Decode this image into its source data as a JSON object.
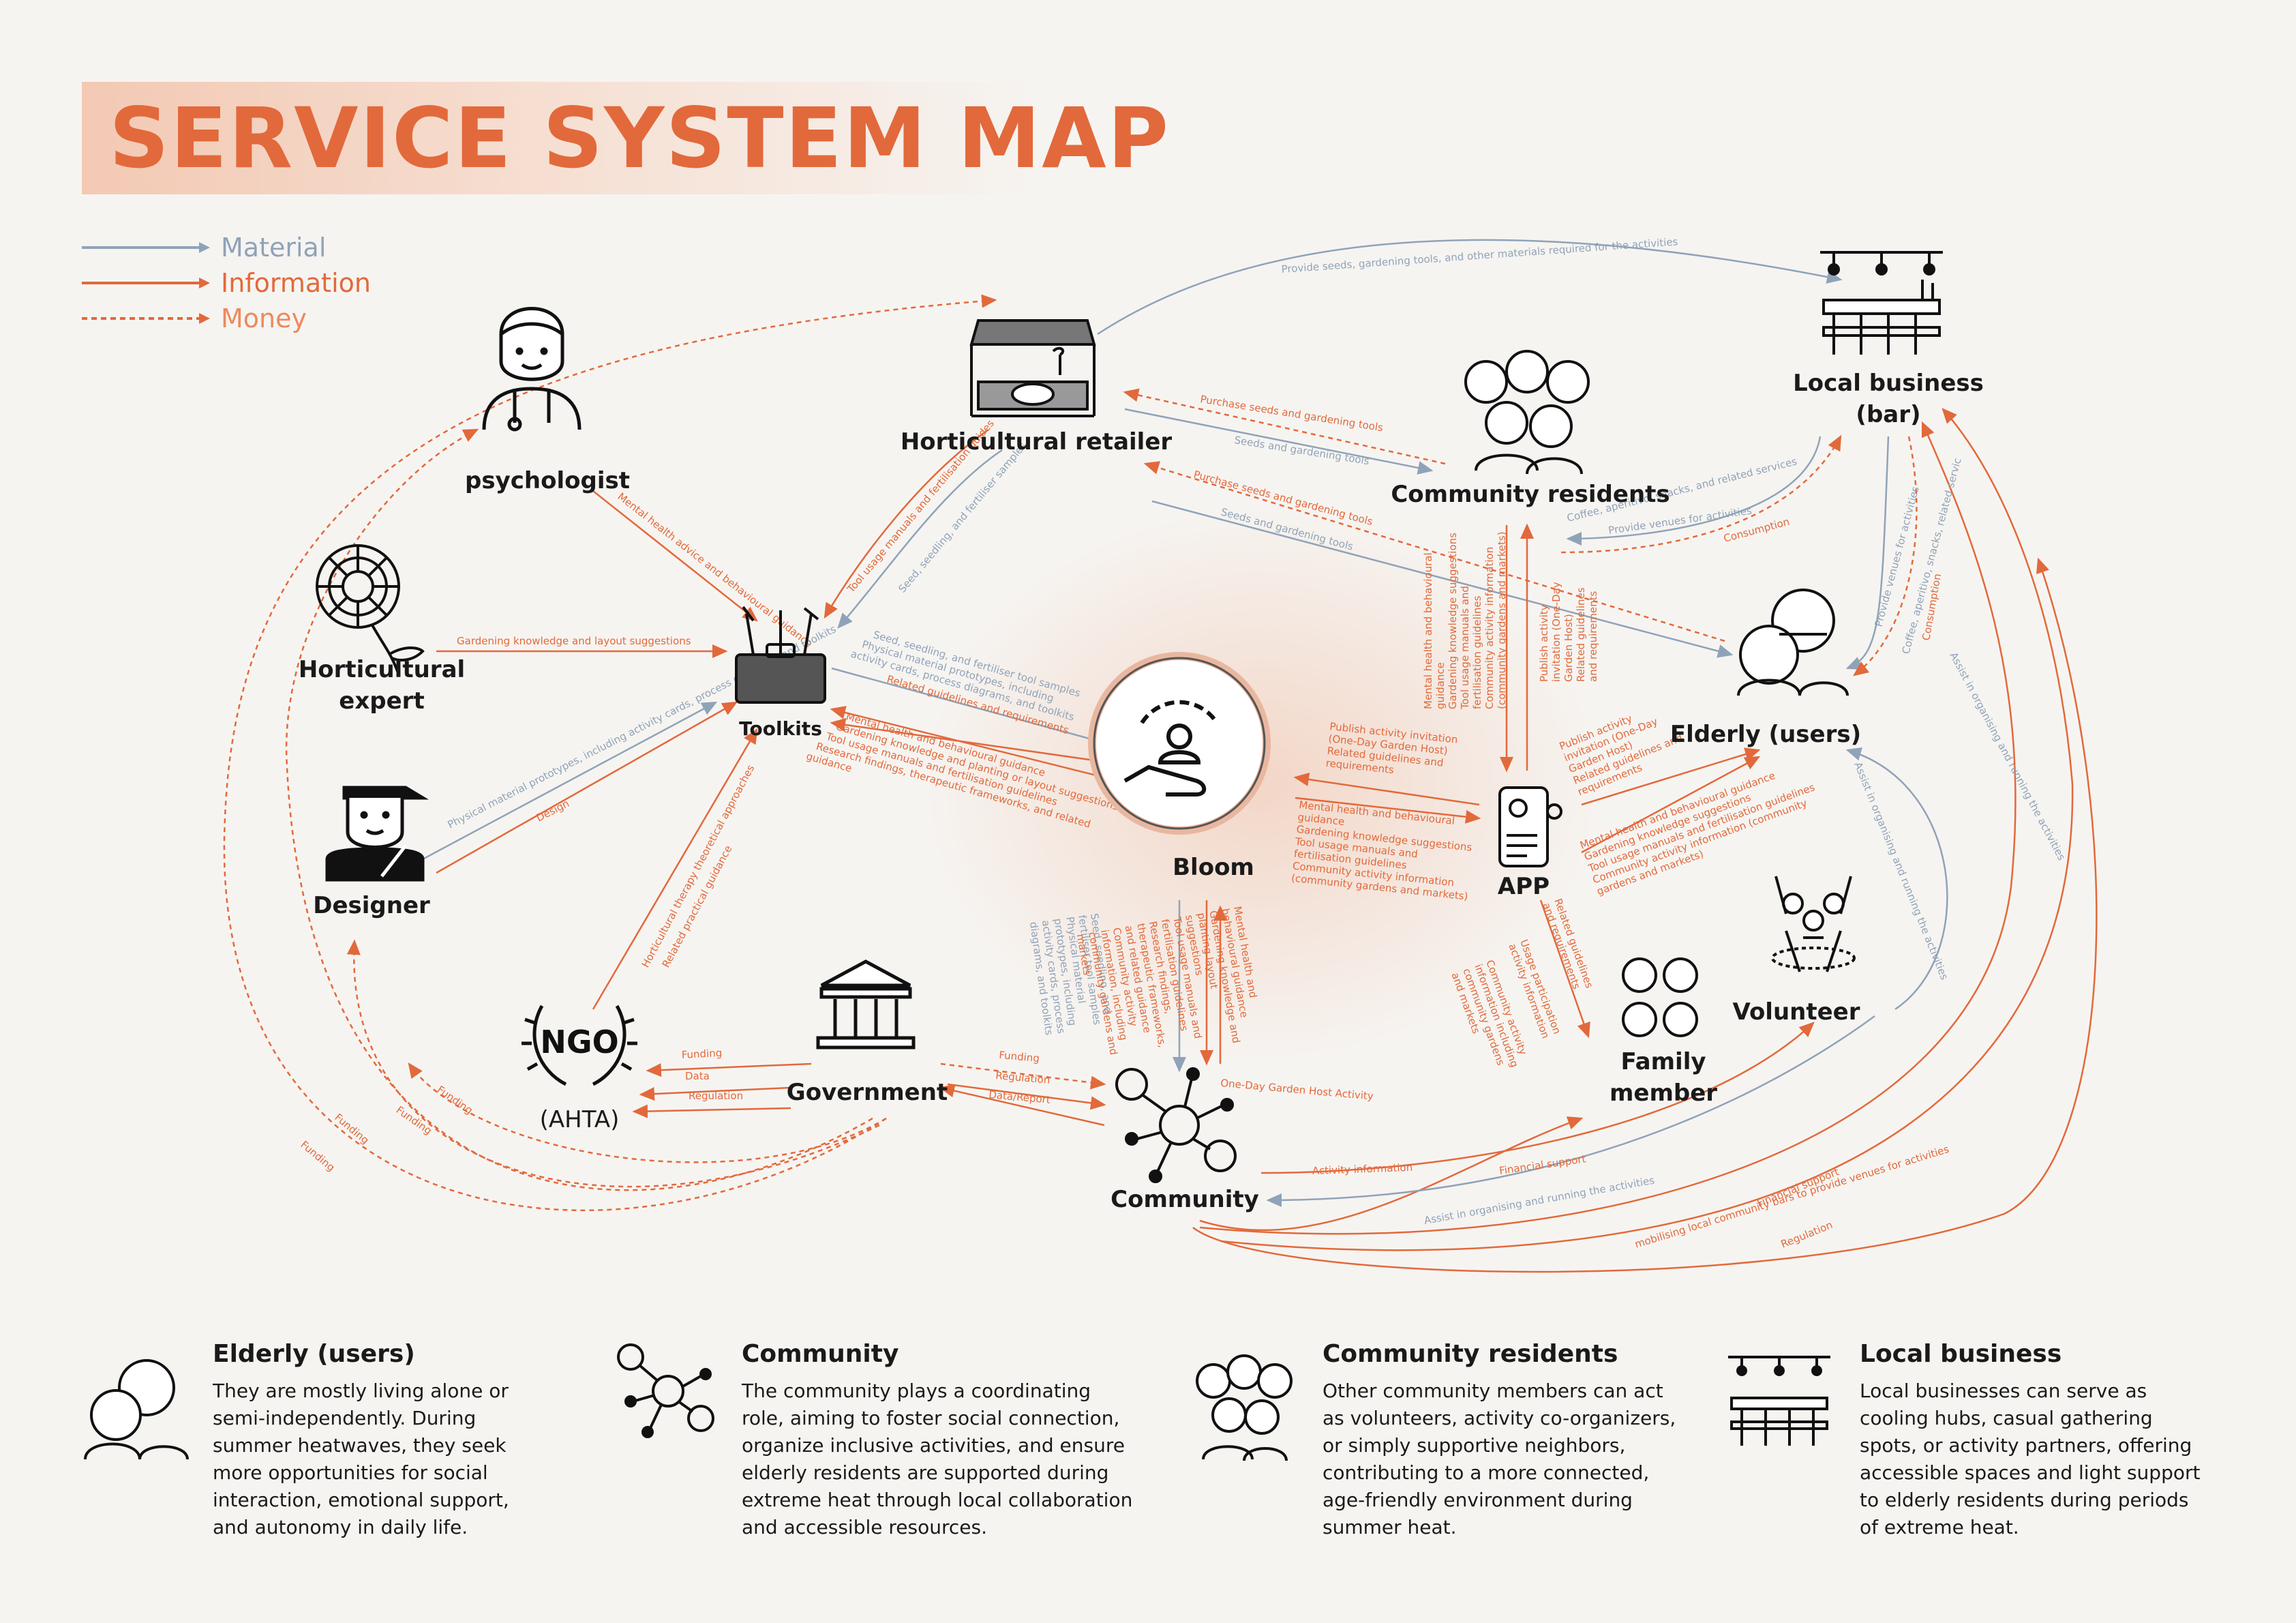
{
  "title": "SERVICE SYSTEM MAP",
  "legend": [
    {
      "label": "Material",
      "color": "#8fa3b8",
      "style": "solid"
    },
    {
      "label": "Information",
      "color": "#e2693b",
      "style": "solid"
    },
    {
      "label": "Money",
      "color": "#e2693b",
      "style": "dashed"
    }
  ],
  "colors": {
    "material": "#8fa3b8",
    "information": "#e2693b",
    "money": "#e2693b",
    "ink": "#1a1a1a"
  },
  "nodes": {
    "psychologist": "psychologist",
    "horticultural_expert": "Horticultural\nexpert",
    "designer": "Designer",
    "toolkits": "Toolkits",
    "horticultural_retailer": "Horticultural retailer",
    "community_residents": "Community residents",
    "local_business": "Local business\n(bar)",
    "elderly": "Elderly (users)",
    "bloom": "Bloom",
    "app": "APP",
    "family_member": "Family\nmember",
    "volunteer": "Volunteer",
    "ngo": "(AHTA)",
    "ngo_badge": "NGO",
    "government": "Government",
    "community": "Community"
  },
  "flows": {
    "retailer_to_bar": "Provide seeds, gardening tools, and other materials required for the activities",
    "res_to_retailer_money1": "Purchase seeds and gardening tools",
    "retailer_to_res_mat1": "Seeds and gardening tools",
    "res_to_retailer_money2": "Purchase seeds and gardening tools",
    "retailer_to_res_mat2": "Seeds and gardening tools",
    "bar_to_res": "Coffee, aperitivo, snacks, and related services",
    "bar_to_res_venue": "Provide venues for activities",
    "res_to_bar_money": "Consumption",
    "bar_to_elderly": "Provide venues for activities",
    "bar_to_elderly_coffee": "Coffee, aperitivo, snacks, related servic",
    "elderly_to_bar_money": "Consumption",
    "bar_assist": "Assist in organising and running the activities",
    "psych_to_toolkits": "Mental health advice and behavioural guidance",
    "expert_to_toolkits": "Gardening knowledge and layout suggestions",
    "designer_to_toolkits_mat": "Physical material prototypes, including activity cards, process diagrams, and toolkits",
    "designer_to_toolkits_info": "Design",
    "retailer_to_toolkits_info": "Tool usage manuals and fertilisation guides",
    "retailer_to_toolkits_mat": "Seed, seedling, and fertiliser samples",
    "ngo_to_toolkits1": "Horticultural therapy theoretical approaches",
    "ngo_to_toolkits2": "Related practical guidance",
    "toolkits_to_bloom_mat": [
      "Seed, seedling, and fertiliser tool samples",
      "Physical material prototypes, including",
      "activity cards, process diagrams, and toolkits"
    ],
    "toolkits_to_bloom_info": [
      "Related guidelines and requirements",
      "Mental health and behavioural guidance",
      "Gardening knowledge and planting or layout suggestions",
      "Tool usage manuals and fertilisation guidelines",
      "Research findings, therapeutic frameworks, and related",
      "guidance"
    ],
    "res_to_app": [
      "Mental health and behavioural",
      "guidance",
      "Gardening knowledge suggestions",
      "Tool usage manuals and",
      "fertilisation guidelines",
      "Community activity information",
      "(community gardens and markets)"
    ],
    "app_to_res": [
      "Publish activity",
      "invitation (One-Day",
      "Garden Host)",
      "Related guidelines",
      "and requirements"
    ],
    "app_to_bloom": [
      "Publish activity invitation",
      "(One-Day Garden Host)",
      "Related guidelines and",
      "requirements"
    ],
    "bloom_to_app": [
      "Mental health and behavioural",
      "guidance",
      "Gardening knowledge suggestions",
      "Tool usage manuals and",
      "fertilisation guidelines",
      "Community activity information",
      "(community gardens and markets)"
    ],
    "app_to_elderly_up": [
      "Publish activity",
      "invitation (One-Day",
      "Garden Host)",
      "Related guidelines and",
      "requirements"
    ],
    "app_to_elderly": [
      "Mental health and behavioural guidance",
      "Gardening knowledge suggestions",
      "Tool usage manuals and fertilisation guidelines",
      "Community activity information (community",
      "gardens and markets)"
    ],
    "app_to_family_a": [
      "Related guidelines",
      "and requirements"
    ],
    "app_to_family_b": [
      "Usage participation",
      "activity information"
    ],
    "app_to_family_c": [
      "Community activity",
      "information including",
      "community gardens",
      "and markets"
    ],
    "bloom_to_comm_mat": [
      "Seed, seedling, and",
      "fertiliser tool samples",
      "Physical material",
      "prototypes, including",
      "activity cards, process",
      "diagrams, and toolkits"
    ],
    "bloom_to_comm_info": [
      "Mental health and",
      "behavioural guidance",
      "Gardening knowledge and",
      "planting layout",
      "suggestions",
      "Tool usage manuals and",
      "fertilisation guidelines",
      "Research findings,",
      "therapeutic frameworks,",
      "and related guidance",
      "Community activity",
      "information, including",
      "community gardens and",
      "markets"
    ],
    "comm_to_bloom": "One-Day Garden Host Activity",
    "gov_ngo_funding": "Funding",
    "gov_ngo_data": "Data",
    "gov_ngo_regulation": "Regulation",
    "gov_comm_funding": "Funding",
    "gov_comm_regulation": "Regulation",
    "gov_comm_data": "Data/Report",
    "gov_funding_1": "Funding",
    "gov_funding_2": "Funding",
    "gov_funding_3": "Funding",
    "gov_funding_4": "Funding",
    "comm_activity_info": "Activity information",
    "comm_financial_support": "Financial support",
    "comm_assist": "Assist in organising and running the activities",
    "comm_mobilising": "mobilising local community bars to provide venues for activities",
    "comm_financial_support_bar": "Financial support",
    "comm_regulation_bar": "Regulation",
    "volunteer_assist_elderly": "Assist in organising and running the activities"
  },
  "cards": [
    {
      "icon": "elderly-icon",
      "title": "Elderly (users)",
      "text": "They are mostly living alone or semi-independently. During summer heatwaves, they seek more opportunities for social interaction, emotional support, and autonomy in daily life."
    },
    {
      "icon": "community-icon",
      "title": "Community",
      "text": "The community plays a coordinating role, aiming to foster social connection, organize inclusive activities, and ensure elderly residents are supported during extreme heat through local collaboration and accessible resources."
    },
    {
      "icon": "community-residents-icon",
      "title": "Community residents",
      "text": "Other community members can act as volunteers, activity co-organizers, or simply supportive neighbors, contributing to a more connected, age-friendly environment during summer heat."
    },
    {
      "icon": "local-business-icon",
      "title": "Local business",
      "text": "Local businesses can serve as cooling hubs, casual gathering spots, or activity partners, offering accessible spaces and light support to elderly residents during periods of extreme heat."
    }
  ]
}
